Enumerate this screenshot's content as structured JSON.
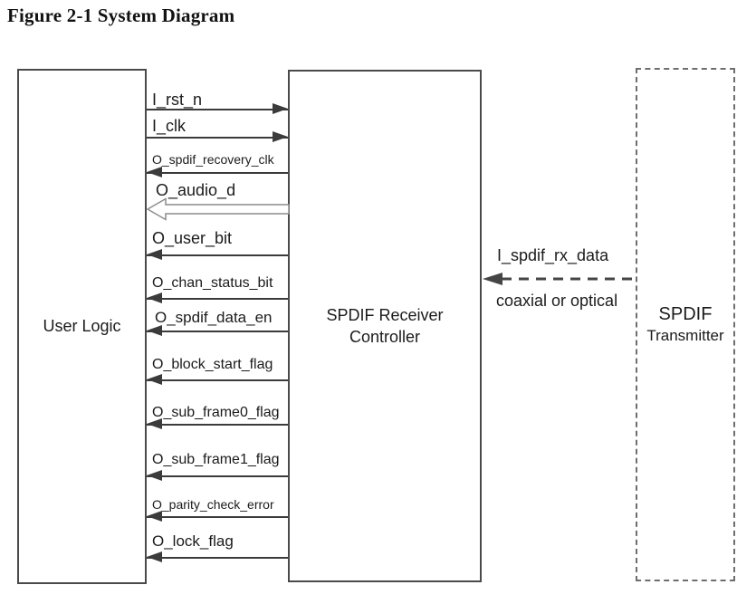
{
  "title": "Figure 2-1 System Diagram",
  "colors": {
    "background": "#ffffff",
    "line": "#3b3b3b",
    "box_border": "#4a4a4a",
    "bus_arrow_outline": "#8c8c8c",
    "text": "#1b1b1b"
  },
  "blocks": {
    "user_logic": {
      "label": "User Logic"
    },
    "receiver": {
      "line1": "SPDIF Receiver",
      "line2": "Controller"
    },
    "transmitter": {
      "line1": "SPDIF",
      "line2": "Transmitter"
    }
  },
  "signals": [
    {
      "label": "I_rst_n",
      "direction": "user-to-receiver",
      "style": "solid"
    },
    {
      "label": "I_clk",
      "direction": "user-to-receiver",
      "style": "solid"
    },
    {
      "label": "O_spdif_recovery_clk",
      "direction": "receiver-to-user",
      "style": "solid"
    },
    {
      "label": "O_audio_d",
      "direction": "receiver-to-user",
      "style": "bus"
    },
    {
      "label": "O_user_bit",
      "direction": "receiver-to-user",
      "style": "solid"
    },
    {
      "label": "O_chan_status_bit",
      "direction": "receiver-to-user",
      "style": "solid"
    },
    {
      "label": "O_spdif_data_en",
      "direction": "receiver-to-user",
      "style": "solid"
    },
    {
      "label": "O_block_start_flag",
      "direction": "receiver-to-user",
      "style": "solid"
    },
    {
      "label": "O_sub_frame0_flag",
      "direction": "receiver-to-user",
      "style": "solid"
    },
    {
      "label": "O_sub_frame1_flag",
      "direction": "receiver-to-user",
      "style": "solid"
    },
    {
      "label": "O_parity_check_error",
      "direction": "receiver-to-user",
      "style": "solid"
    },
    {
      "label": "O_lock_flag",
      "direction": "receiver-to-user",
      "style": "solid"
    }
  ],
  "rx_link": {
    "label": "I_spdif_rx_data",
    "medium": "coaxial or optical",
    "direction": "transmitter-to-receiver",
    "style": "dashed"
  }
}
